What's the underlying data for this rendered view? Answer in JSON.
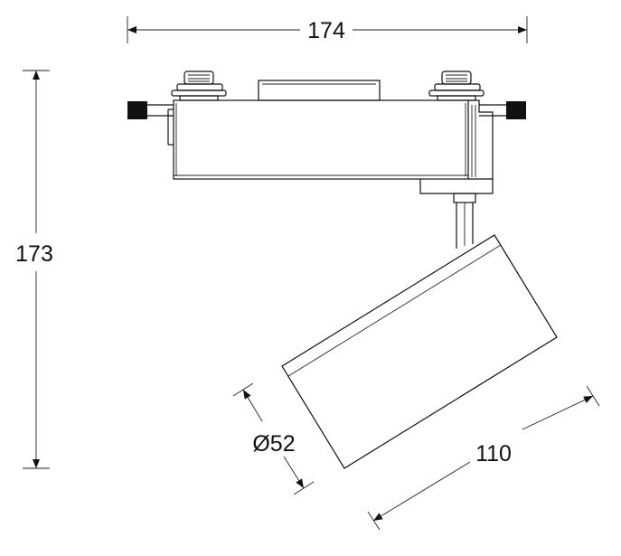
{
  "dimensions": {
    "width": "174",
    "height": "173",
    "diameter": "Ø52",
    "length": "110"
  },
  "colors": {
    "line": "#111111",
    "background": "#ffffff"
  }
}
